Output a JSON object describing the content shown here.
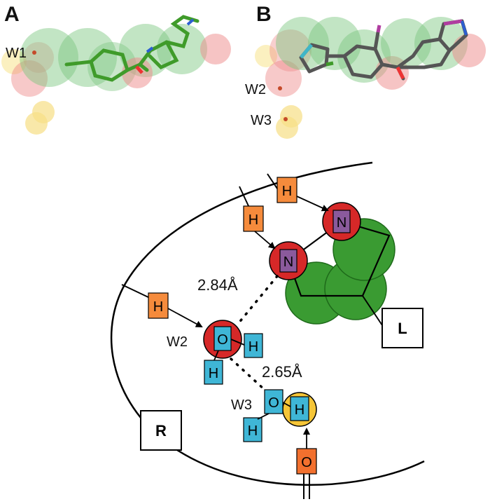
{
  "panels": {
    "a": {
      "letter": "A",
      "water": "W1"
    },
    "b": {
      "letter": "B",
      "water_2": "W2",
      "water_3": "W3"
    }
  },
  "schematic": {
    "receptor_box": "R",
    "ligand_box": "L",
    "hbond_distance_1": "2.84Å",
    "hbond_distance_2": "2.65Å",
    "water_2_label": "W2",
    "water_3_label": "W3",
    "atoms": {
      "donor_h": "H",
      "acceptor_n": "N",
      "oxygen": "O"
    }
  },
  "colors": {
    "pharmacophore_green": "#3a9b32",
    "pharmacophore_red": "#e63b3b",
    "pharmacophore_yellow": "#f7d54a",
    "h_box": "#f58b3c",
    "n_box": "#8a5a9c",
    "water_atom_box": "#3fb6d6",
    "carbonyl_o_box": "#f2702e",
    "ring_carbon_green": "#3a9b32",
    "atom_red_circle": "#d62828",
    "atom_yellow_circle": "#f5c537"
  }
}
